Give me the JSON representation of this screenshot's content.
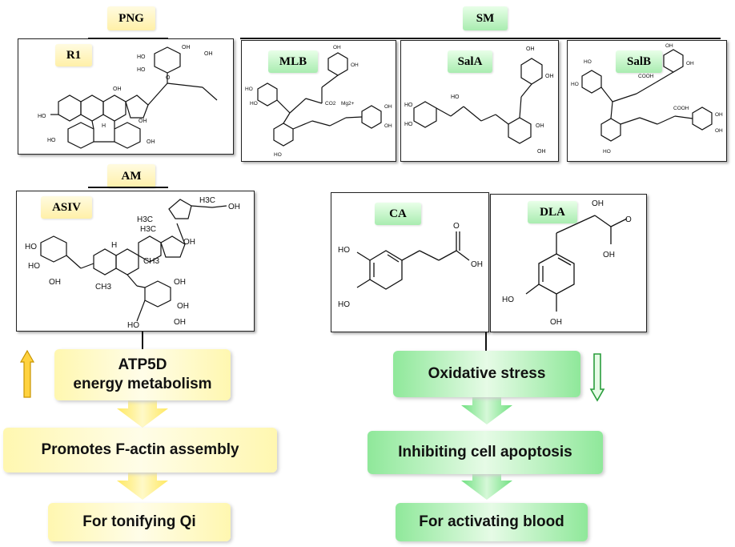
{
  "groups": {
    "png": "PNG",
    "sm": "SM",
    "am": "AM"
  },
  "compounds": {
    "r1": "R1",
    "mlb": "MLB",
    "sala": "SalA",
    "salb": "SalB",
    "asiv": "ASIV",
    "ca": "CA",
    "dla": "DLA"
  },
  "left_flow": {
    "step1": "ATP5D\nenergy metabolism",
    "step2": "Promotes F-actin assembly",
    "step3": "For tonifying Qi",
    "indicator": "up-arrow-icon"
  },
  "right_flow": {
    "step1": "Oxidative stress",
    "step2": "Inhibiting cell apoptosis",
    "step3": "For activating blood",
    "indicator": "down-arrow-icon"
  },
  "colors": {
    "yellow": "#fff3a8",
    "green": "#a9ecb0",
    "arrow_yellow": "#ffd23f",
    "arrow_green": "#49c45a"
  },
  "chem_labels": {
    "oh": "OH",
    "ho": "HO",
    "h": "H",
    "h3c": "H3C",
    "ch3": "CH3",
    "cooh": "COOH",
    "co2": "CO2",
    "mg": "Mg2+",
    "o": "O"
  }
}
